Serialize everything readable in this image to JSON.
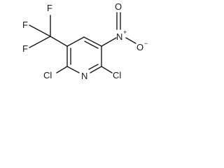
{
  "molecule": {
    "atoms": {
      "f_top": "F",
      "f_left": "F",
      "f_bottom": "F",
      "n_nitro": "N",
      "n_plus": "+",
      "o_top": "O",
      "o_right": "O",
      "o_minus": "−",
      "cl_left": "Cl",
      "cl_right": "Cl",
      "n_ring": "N"
    }
  }
}
